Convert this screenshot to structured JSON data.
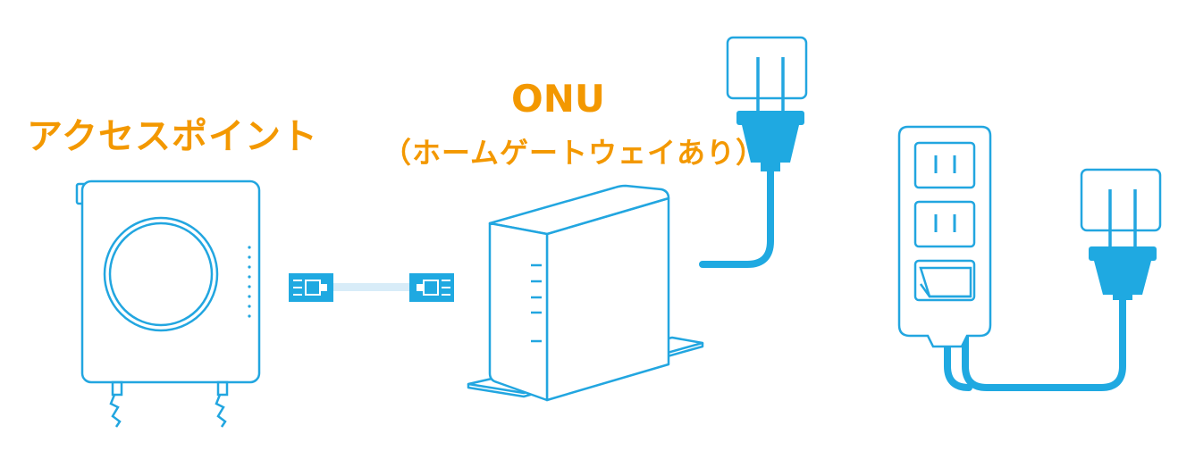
{
  "labels": {
    "access_point": "アクセスポイント",
    "onu": "ONU",
    "onu_sub": "（ホームゲートウェイあり）"
  },
  "colors": {
    "label_orange": "#f39800",
    "line_blue": "#22a6e0",
    "fill_blue": "#1fa9e1",
    "cable_light": "#d8ecf8",
    "background": "#ffffff"
  },
  "icons": [
    "access-point-device",
    "lan-connector-icon",
    "onu-router-device",
    "wall-outlet-icon",
    "power-plug-icon",
    "power-strip-icon"
  ]
}
